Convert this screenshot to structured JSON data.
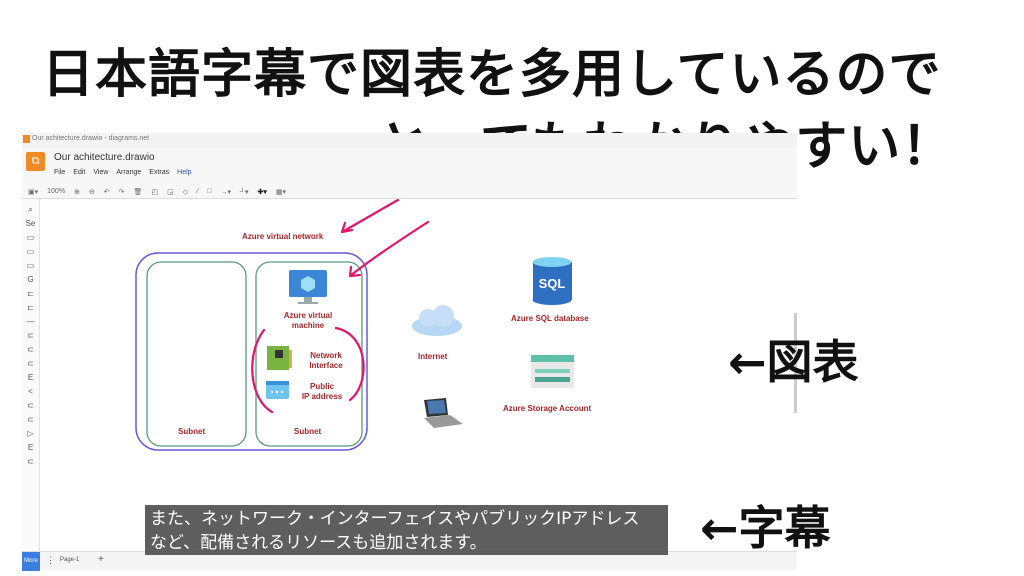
{
  "captions": {
    "line1": "日本語字幕で図表を多用しているので",
    "line2": "とってもわかりやすい！"
  },
  "app": {
    "window_title": "Our achitecture.drawio - diagrams.net",
    "doc_name": "Our achitecture.drawio",
    "menu": [
      "File",
      "Edit",
      "View",
      "Arrange",
      "Extras",
      "Help"
    ],
    "toolbar": {
      "zoom": "100%"
    },
    "footer": {
      "more": "More",
      "page_tab": "Page-1"
    }
  },
  "diagram": {
    "vnet_label": "Azure virtual network",
    "subnet1_label": "Subnet",
    "subnet2_label": "Subnet",
    "vm_label": [
      "Azure virtual",
      "machine"
    ],
    "nic_label": [
      "Network",
      "Interface"
    ],
    "pip_label": [
      "Public",
      "IP address"
    ],
    "internet_label": "Internet",
    "sql_label": "Azure SQL database",
    "sql_icon_text": "SQL",
    "storage_label": "Azure Storage Account"
  },
  "subtitle": {
    "line1": "また、ネットワーク・インターフェイスやパブリックIPアドレス",
    "line2": "など、配備されるリソースも追加されます。"
  },
  "annotations": {
    "diagram": "←図表",
    "subtitle": "←字幕"
  },
  "colors": {
    "accent": "#f08a24",
    "label": "#a3262a",
    "highlight": "#e0156b",
    "vnet_border": "#6a5ad8",
    "subnet_border": "#5b9a7e"
  }
}
